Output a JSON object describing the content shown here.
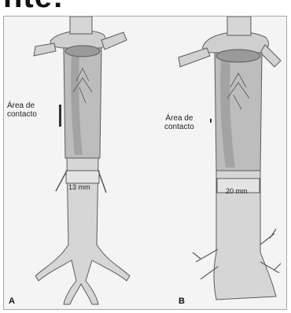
{
  "top_fragment": "nte:",
  "panel_a": {
    "letter": "A",
    "contact_label_line1": "Área de",
    "contact_label_line2": "contacto",
    "measure": "13 mm"
  },
  "panel_b": {
    "letter": "B",
    "contact_label_line1": "Área de",
    "contact_label_line2": "contacto",
    "measure": "20 mm"
  },
  "colors": {
    "vessel": "#d2d2d2",
    "graft": "#bdbdbd",
    "lumen": "#8e8e8e",
    "outline": "#5a5a5a",
    "frame": "#f4f4f4"
  }
}
